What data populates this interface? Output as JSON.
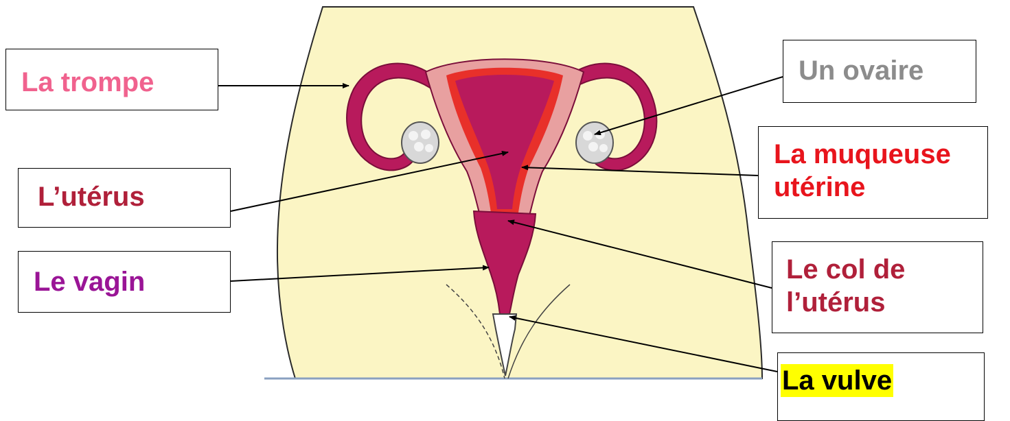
{
  "labels": {
    "trompe": {
      "text": "La trompe",
      "color": "#f0628e"
    },
    "uterus": {
      "text": "L’utérus",
      "color": "#b0203a"
    },
    "vagin": {
      "text": "Le vagin",
      "color": "#9a1596"
    },
    "ovaire": {
      "text": "Un ovaire",
      "color": "#8c8c8c"
    },
    "muqueuse": {
      "line1": "La muqueuse",
      "line2": "utérine",
      "color": "#e8141c"
    },
    "col": {
      "line1": "Le col de",
      "line2": "l’utérus",
      "color": "#b0203a"
    },
    "vulve": {
      "text": "La vulve",
      "color": "#000000",
      "highlight": "#ffff00"
    }
  },
  "colors": {
    "body_fill": "#fbf5c4",
    "organ_fill": "#b81a5c",
    "organ_stroke": "#7a0e3a",
    "mucosa_fill": "#e8a0a0",
    "mucosa_red": "#e8302a",
    "ovary_fill": "#d8d8d8",
    "arrow": "#000000"
  }
}
